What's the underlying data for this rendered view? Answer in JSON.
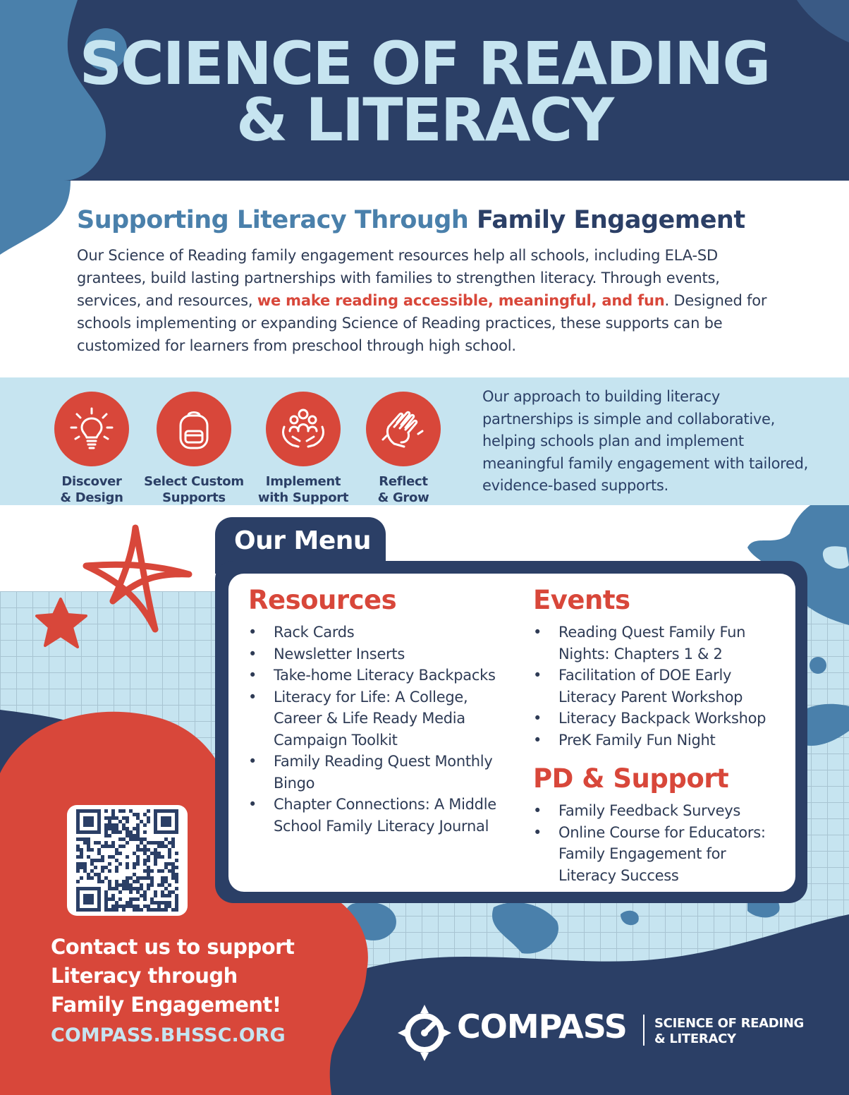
{
  "header": {
    "title_line1": "SCIENCE OF READING",
    "title_line2": "& LITERACY"
  },
  "intro": {
    "heading_light": "Supporting Literacy Through",
    "heading_dark": "Family Engagement",
    "body_part1": "Our Science of Reading family engagement resources help all schools, including ELA-SD grantees, build lasting partnerships with families to strengthen literacy. Through events, services, and resources, ",
    "body_highlight": "we make reading accessible, meaningful, and fun",
    "body_part2": ". Designed for schools implementing or expanding Science of Reading practices, these supports can be customized for learners from preschool through high school."
  },
  "approach": {
    "steps": [
      {
        "line1": "Discover",
        "line2": "& Design",
        "icon": "lightbulb-icon"
      },
      {
        "line1": "Select Custom",
        "line2": "Supports",
        "icon": "backpack-icon"
      },
      {
        "line1": "Implement",
        "line2": "with Support",
        "icon": "family-icon"
      },
      {
        "line1": "Reflect",
        "line2": "& Grow",
        "icon": "handshake-icon"
      }
    ],
    "text": "Our approach to building literacy partnerships is simple and collaborative, helping schools plan and implement meaningful family engagement with tailored, evidence-based supports."
  },
  "menu": {
    "title": "Our Menu",
    "resources": {
      "heading": "Resources",
      "items": [
        "Rack Cards",
        "Newsletter Inserts",
        "Take-home Literacy Backpacks",
        "Literacy for Life: A College, Career & Life Ready Media Campaign Toolkit",
        "Family Reading Quest Monthly Bingo",
        "Chapter Connections: A Middle School Family Literacy Journal"
      ]
    },
    "events": {
      "heading": "Events",
      "items": [
        "Reading Quest Family Fun Nights: Chapters 1 & 2",
        "Facilitation of DOE Early Literacy Parent Workshop",
        "Literacy Backpack Workshop",
        "PreK Family Fun Night"
      ]
    },
    "pd": {
      "heading": "PD & Support",
      "items": [
        "Family Feedback Surveys",
        "Online Course for Educators: Family Engagement for Literacy Success"
      ]
    }
  },
  "contact": {
    "line1": "Contact us to support",
    "line2": "Literacy through",
    "line3": "Family Engagement!",
    "url": "COMPASS.BHSSC.ORG"
  },
  "logo": {
    "word": "COMPASS",
    "sub_line1": "SCIENCE OF READING",
    "sub_line2": "& LITERACY"
  },
  "colors": {
    "navy": "#2b3f66",
    "mid_blue": "#4a80ab",
    "light_blue": "#c6e4f0",
    "red": "#d8473a",
    "white": "#ffffff"
  }
}
